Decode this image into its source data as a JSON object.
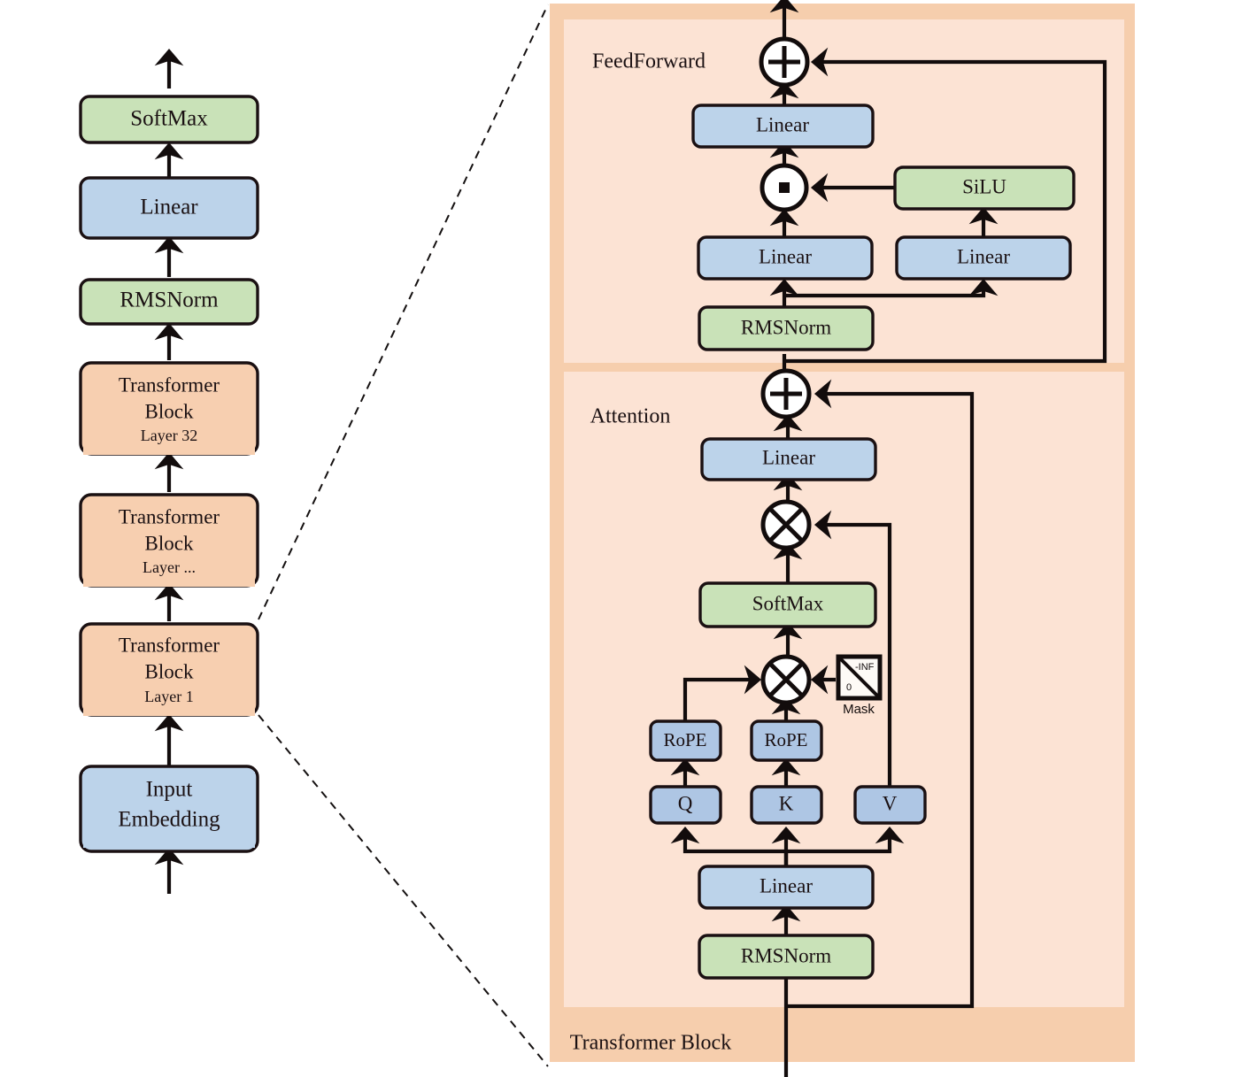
{
  "diagram": {
    "title_block_label": "Transformer Block",
    "left_stack": [
      {
        "id": "softmax-top",
        "label": "SoftMax",
        "sub": "",
        "color": "green"
      },
      {
        "id": "linear-top",
        "label": "Linear",
        "sub": "",
        "color": "blue"
      },
      {
        "id": "rmsnorm-top",
        "label": "RMSNorm",
        "sub": "",
        "color": "green"
      },
      {
        "id": "tb-32",
        "label": "Transformer Block",
        "sub": "Layer 32",
        "color": "orange"
      },
      {
        "id": "tb-dots",
        "label": "Transformer Block",
        "sub": "Layer ...",
        "color": "orange"
      },
      {
        "id": "tb-1",
        "label": "Transformer Block",
        "sub": "Layer 1",
        "color": "orange"
      },
      {
        "id": "input-emb",
        "label": "Input Embedding",
        "sub": "",
        "color": "blue"
      }
    ],
    "feedforward": {
      "section_label": "FeedForward",
      "nodes": {
        "add_symbol": "+",
        "linear_out": "Linear",
        "mul_symbol": "·",
        "silu": "SiLU",
        "linear_gate": "Linear",
        "linear_up": "Linear",
        "rmsnorm": "RMSNorm"
      }
    },
    "attention": {
      "section_label": "Attention",
      "nodes": {
        "add_symbol": "+",
        "linear_out": "Linear",
        "matmul_av_symbol": "×",
        "softmax": "SoftMax",
        "matmul_qk_symbol": "×",
        "mask_label": "Mask",
        "mask_low": "0",
        "mask_high": "-INF",
        "rope_q": "RoPE",
        "rope_k": "RoPE",
        "q": "Q",
        "k": "K",
        "v": "V",
        "linear_qkv": "Linear",
        "rmsnorm": "RMSNorm"
      }
    },
    "colors": {
      "blue_fill": "#bcd3ea",
      "blue_fill_alt": "#aec6e4",
      "green_fill": "#c9e2b8",
      "orange_fill": "#f7cfb0",
      "panel_outer": "#f6cead",
      "panel_inner": "#fce3d4",
      "stroke": "#1a1012",
      "background": "#ffffff"
    }
  }
}
